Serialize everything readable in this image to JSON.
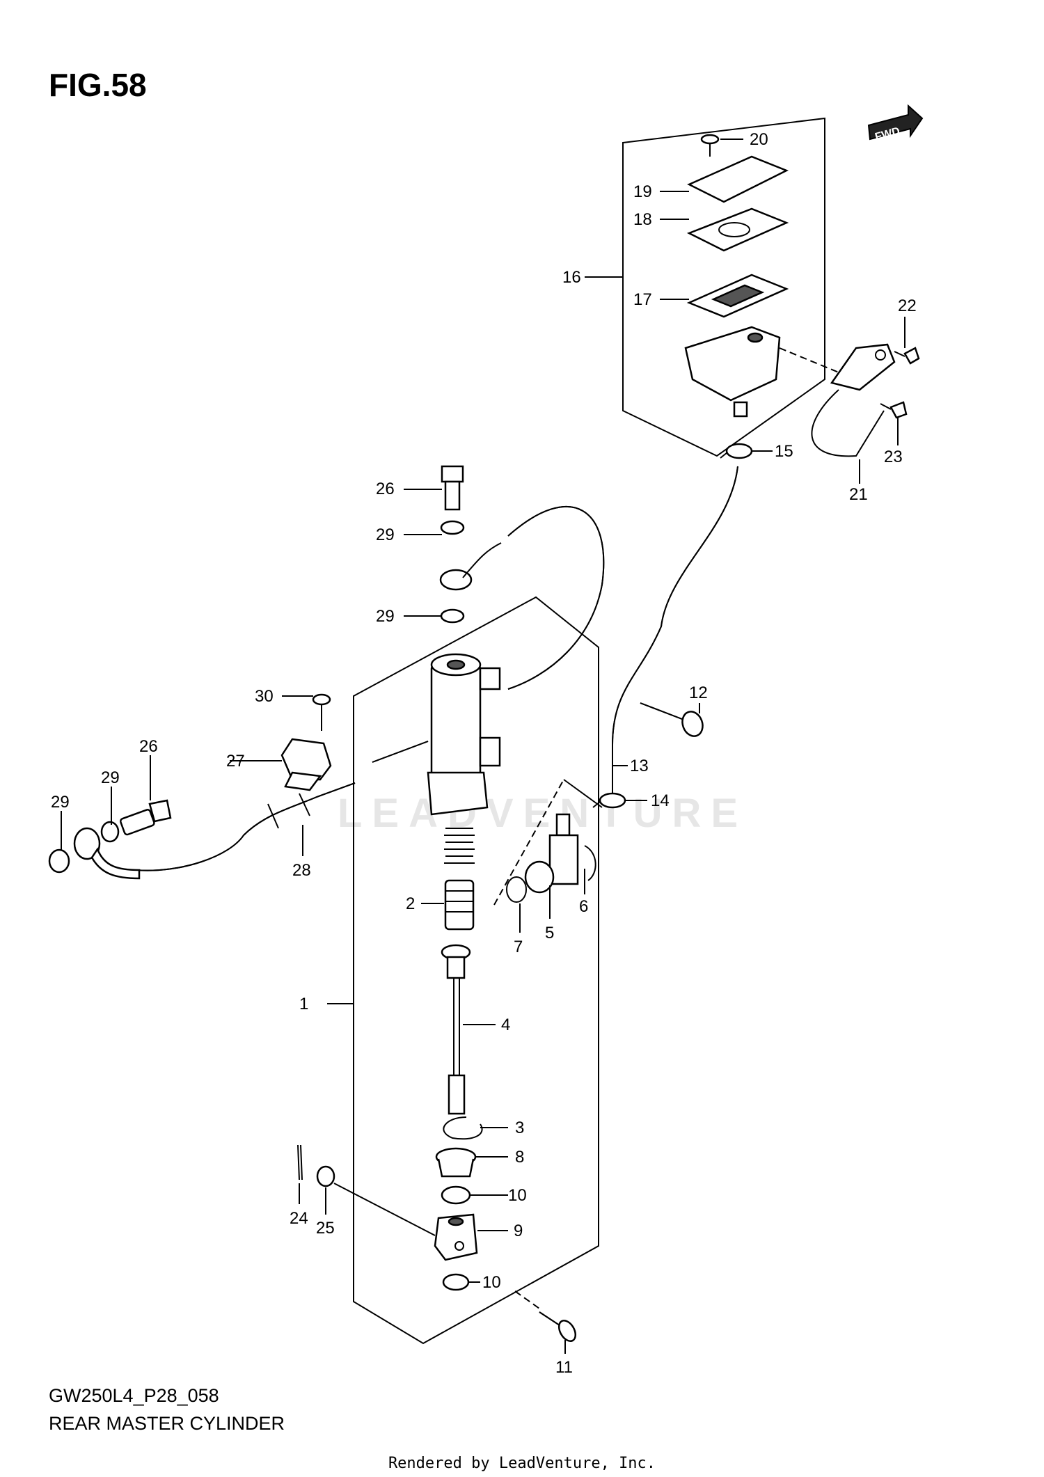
{
  "figure": {
    "title": "FIG.58",
    "model_code": "GW250L4_P28_058",
    "caption": "REAR MASTER CYLINDER",
    "footer": "Rendered by LeadVenture, Inc.",
    "watermark": "LEADVENTURE",
    "fwd_label": "FWD"
  },
  "callouts": {
    "c1": "1",
    "c2": "2",
    "c3": "3",
    "c4": "4",
    "c5": "5",
    "c6": "6",
    "c7": "7",
    "c8": "8",
    "c9": "9",
    "c10a": "10",
    "c10b": "10",
    "c11": "11",
    "c12": "12",
    "c13": "13",
    "c14": "14",
    "c15": "15",
    "c16": "16",
    "c17": "17",
    "c18": "18",
    "c19": "19",
    "c20": "20",
    "c21": "21",
    "c22": "22",
    "c23": "23",
    "c24": "24",
    "c25": "25",
    "c26a": "26",
    "c26b": "26",
    "c27": "27",
    "c28": "28",
    "c29a": "29",
    "c29b": "29",
    "c29c": "29",
    "c29d": "29",
    "c30": "30"
  },
  "colors": {
    "line": "#000000",
    "part_fill": "#ffffff",
    "shade": "#bdbdbd",
    "background": "#ffffff"
  }
}
